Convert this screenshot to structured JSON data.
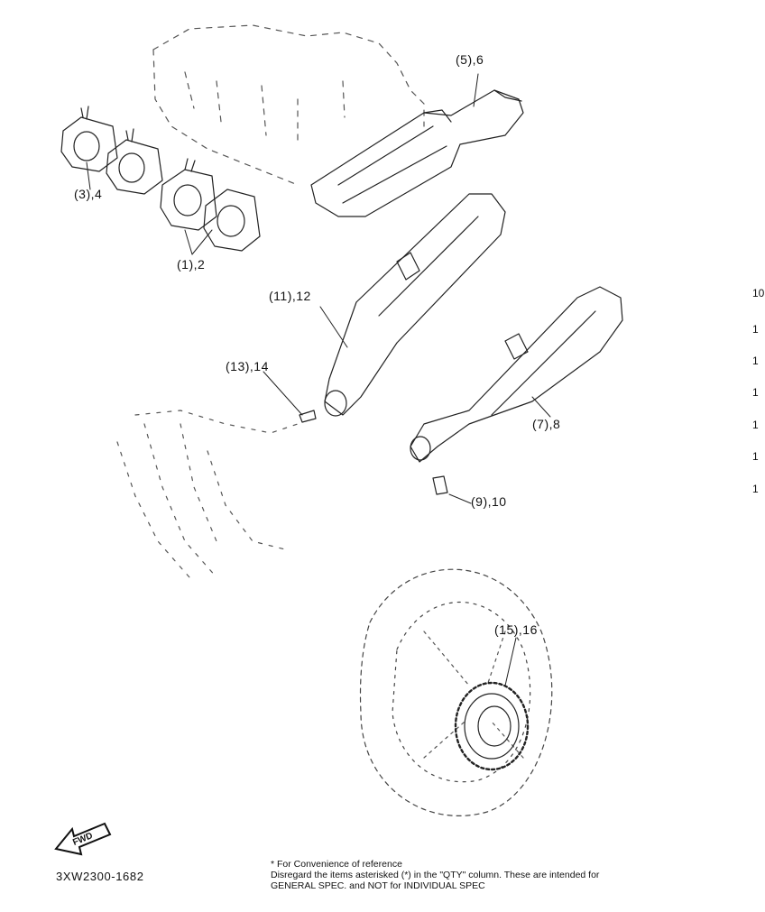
{
  "diagram": {
    "callouts": {
      "c56": "(5),6",
      "c34": "(3),4",
      "c12": "(1),2",
      "c1112": "(11),12",
      "c1314": "(13),14",
      "c78": "(7),8",
      "c910": "(9),10",
      "c1516": "(15),16"
    },
    "edge_numbers": [
      "10",
      "1",
      "1",
      "1",
      "1",
      "1",
      "1"
    ]
  },
  "footer": {
    "fwd_label": "FWD",
    "part_code": "3XW2300-1682",
    "note_line1": "* For Convenience of reference",
    "note_line2": "Disregard the items asterisked (*) in the \"QTY\" column. These are intended for",
    "note_line3": "GENERAL SPEC. and NOT for INDIVIDUAL SPEC"
  }
}
